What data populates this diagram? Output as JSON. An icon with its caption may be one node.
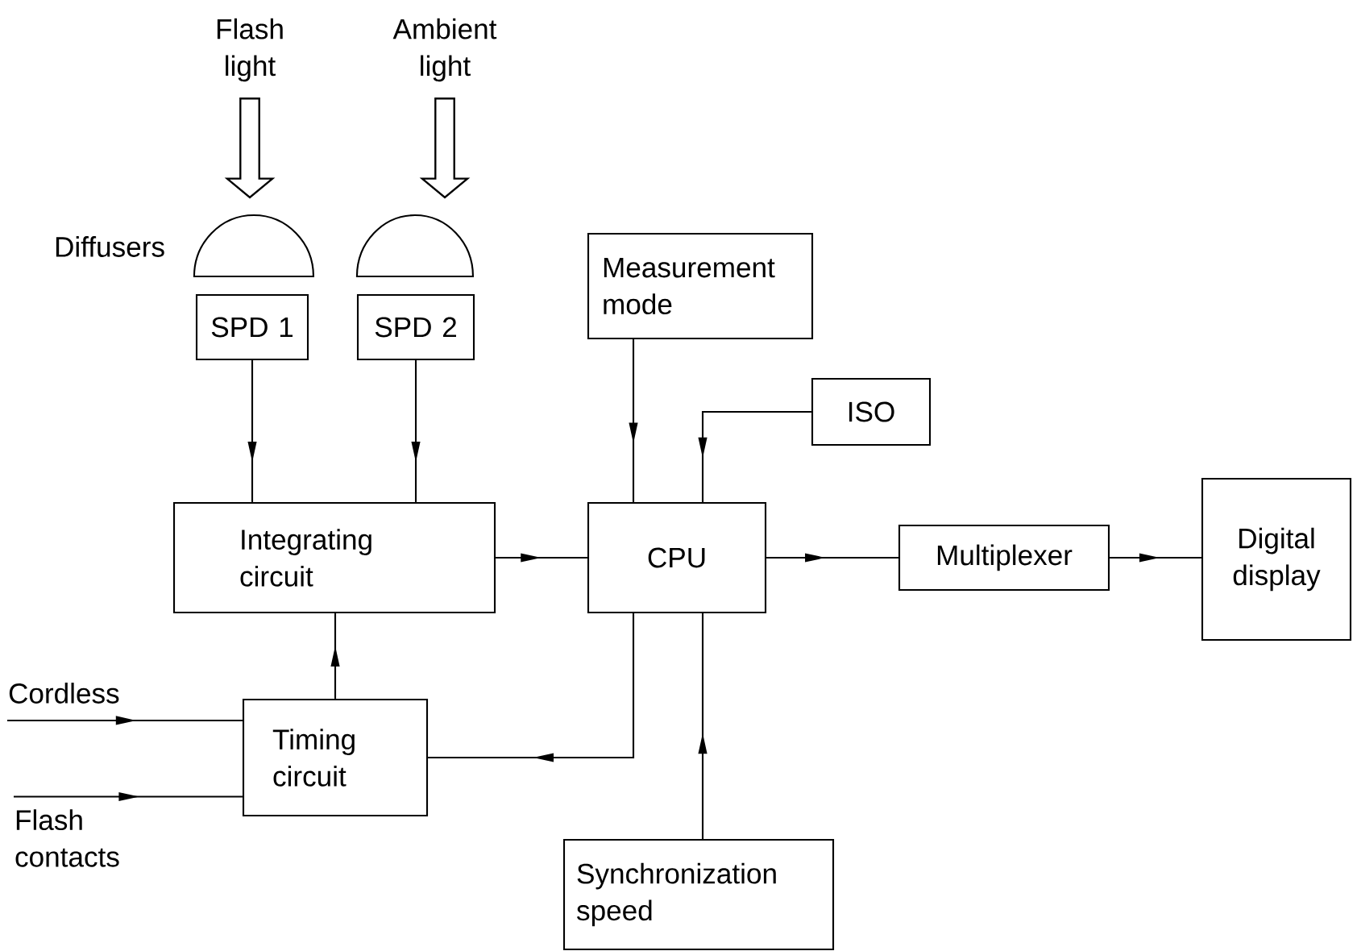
{
  "diagram": {
    "nodes": [
      {
        "text": [
          "Flash light"
        ]
      },
      {
        "text": [
          "Ambient light"
        ]
      },
      {
        "text": [],
        "shape": "dome",
        "beside": [
          "Diffusers"
        ]
      },
      {
        "text": [],
        "shape": "dome"
      },
      {
        "text": [
          "SPD 1"
        ]
      },
      {
        "text": [
          "SPD 2"
        ]
      },
      {
        "text": [
          "Measurement mode"
        ]
      },
      {
        "text": [
          "ISO"
        ]
      },
      {
        "text": [
          "Integrating circuit"
        ]
      },
      {
        "text": [
          "CPU"
        ]
      },
      {
        "text": [
          "Multiplexer"
        ]
      },
      {
        "text": [
          "Digital display"
        ]
      },
      {
        "text": [
          "Timing circuit"
        ]
      },
      {
        "text": [
          "Synchronization speed"
        ]
      },
      {
        "text": [
          "Cordless"
        ]
      },
      {
        "text": [
          "Flash contacts"
        ]
      }
    ],
    "edges": [
      {
        "from": 0,
        "to": 2,
        "arrow": "to",
        "style": "thick"
      },
      {
        "from": 1,
        "to": 3,
        "arrow": "to",
        "style": "thick"
      },
      {
        "from": 4,
        "to": 8,
        "arrow": "to"
      },
      {
        "from": 5,
        "to": 8,
        "arrow": "to"
      },
      {
        "from": 6,
        "to": 9,
        "arrow": "to"
      },
      {
        "from": 7,
        "to": 9,
        "arrow": "to"
      },
      {
        "from": 8,
        "to": 9,
        "arrow": "to"
      },
      {
        "from": 9,
        "to": 10,
        "arrow": "to"
      },
      {
        "from": 10,
        "to": 11,
        "arrow": "to"
      },
      {
        "from": 12,
        "to": 8,
        "arrow": "to"
      },
      {
        "from": 9,
        "to": 12,
        "arrow": "to"
      },
      {
        "from": 13,
        "to": 9,
        "arrow": "to"
      },
      {
        "from": 14,
        "to": 12,
        "arrow": "to"
      },
      {
        "from": 15,
        "to": 12,
        "arrow": "to"
      }
    ]
  }
}
